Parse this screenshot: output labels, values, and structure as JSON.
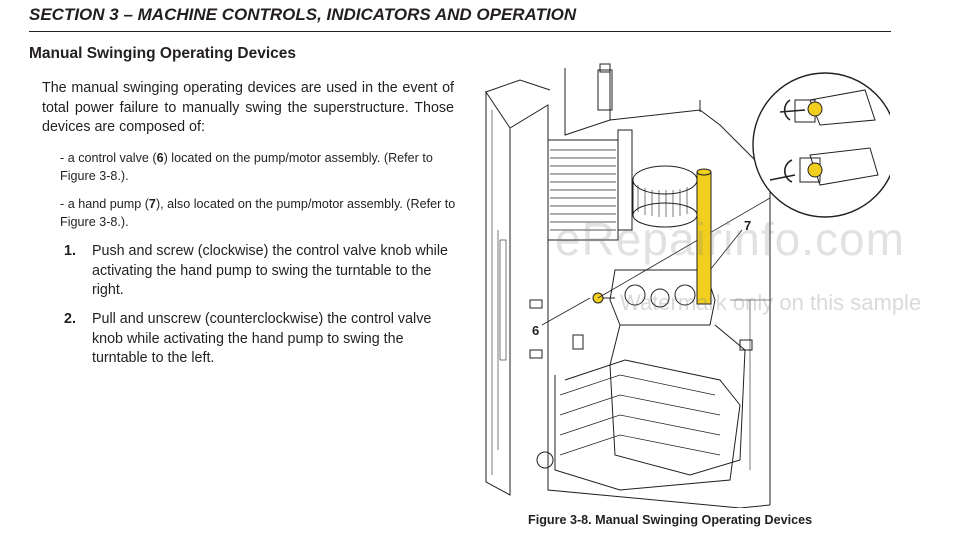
{
  "header": {
    "section_title": "SECTION 3 – MACHINE CONTROLS, INDICATORS AND OPERATION"
  },
  "content": {
    "subheading": "Manual Swinging Operating Devices",
    "intro": "The manual swinging operating devices are used in the event of total power failure to manually swing the superstructure. Those devices are composed of:",
    "bullets": [
      {
        "pre": "- a control valve (",
        "ref": "6",
        "post": ") located on the pump/motor assembly. (Refer to Figure 3-8.)."
      },
      {
        "pre": "- a hand pump (",
        "ref": "7",
        "post": "), also located on the pump/motor assembly. (Refer to Figure 3-8.)."
      }
    ],
    "steps": [
      {
        "num": "1.",
        "text": "Push and screw (clockwise) the control valve knob while activating the hand pump to swing the turntable to the right."
      },
      {
        "num": "2.",
        "text": "Pull and unscrew (counterclockwise) the control valve knob while activating the hand pump to swing the turntable to the left."
      }
    ]
  },
  "figure": {
    "callouts": {
      "control_valve": "6",
      "hand_pump": "7"
    },
    "caption": "Figure 3-8. Manual Swinging Operating Devices",
    "highlight_color": "#f2cf1f"
  },
  "watermark": {
    "main": "eRepairinfo.com",
    "sub": "Watermark only on this sample"
  }
}
